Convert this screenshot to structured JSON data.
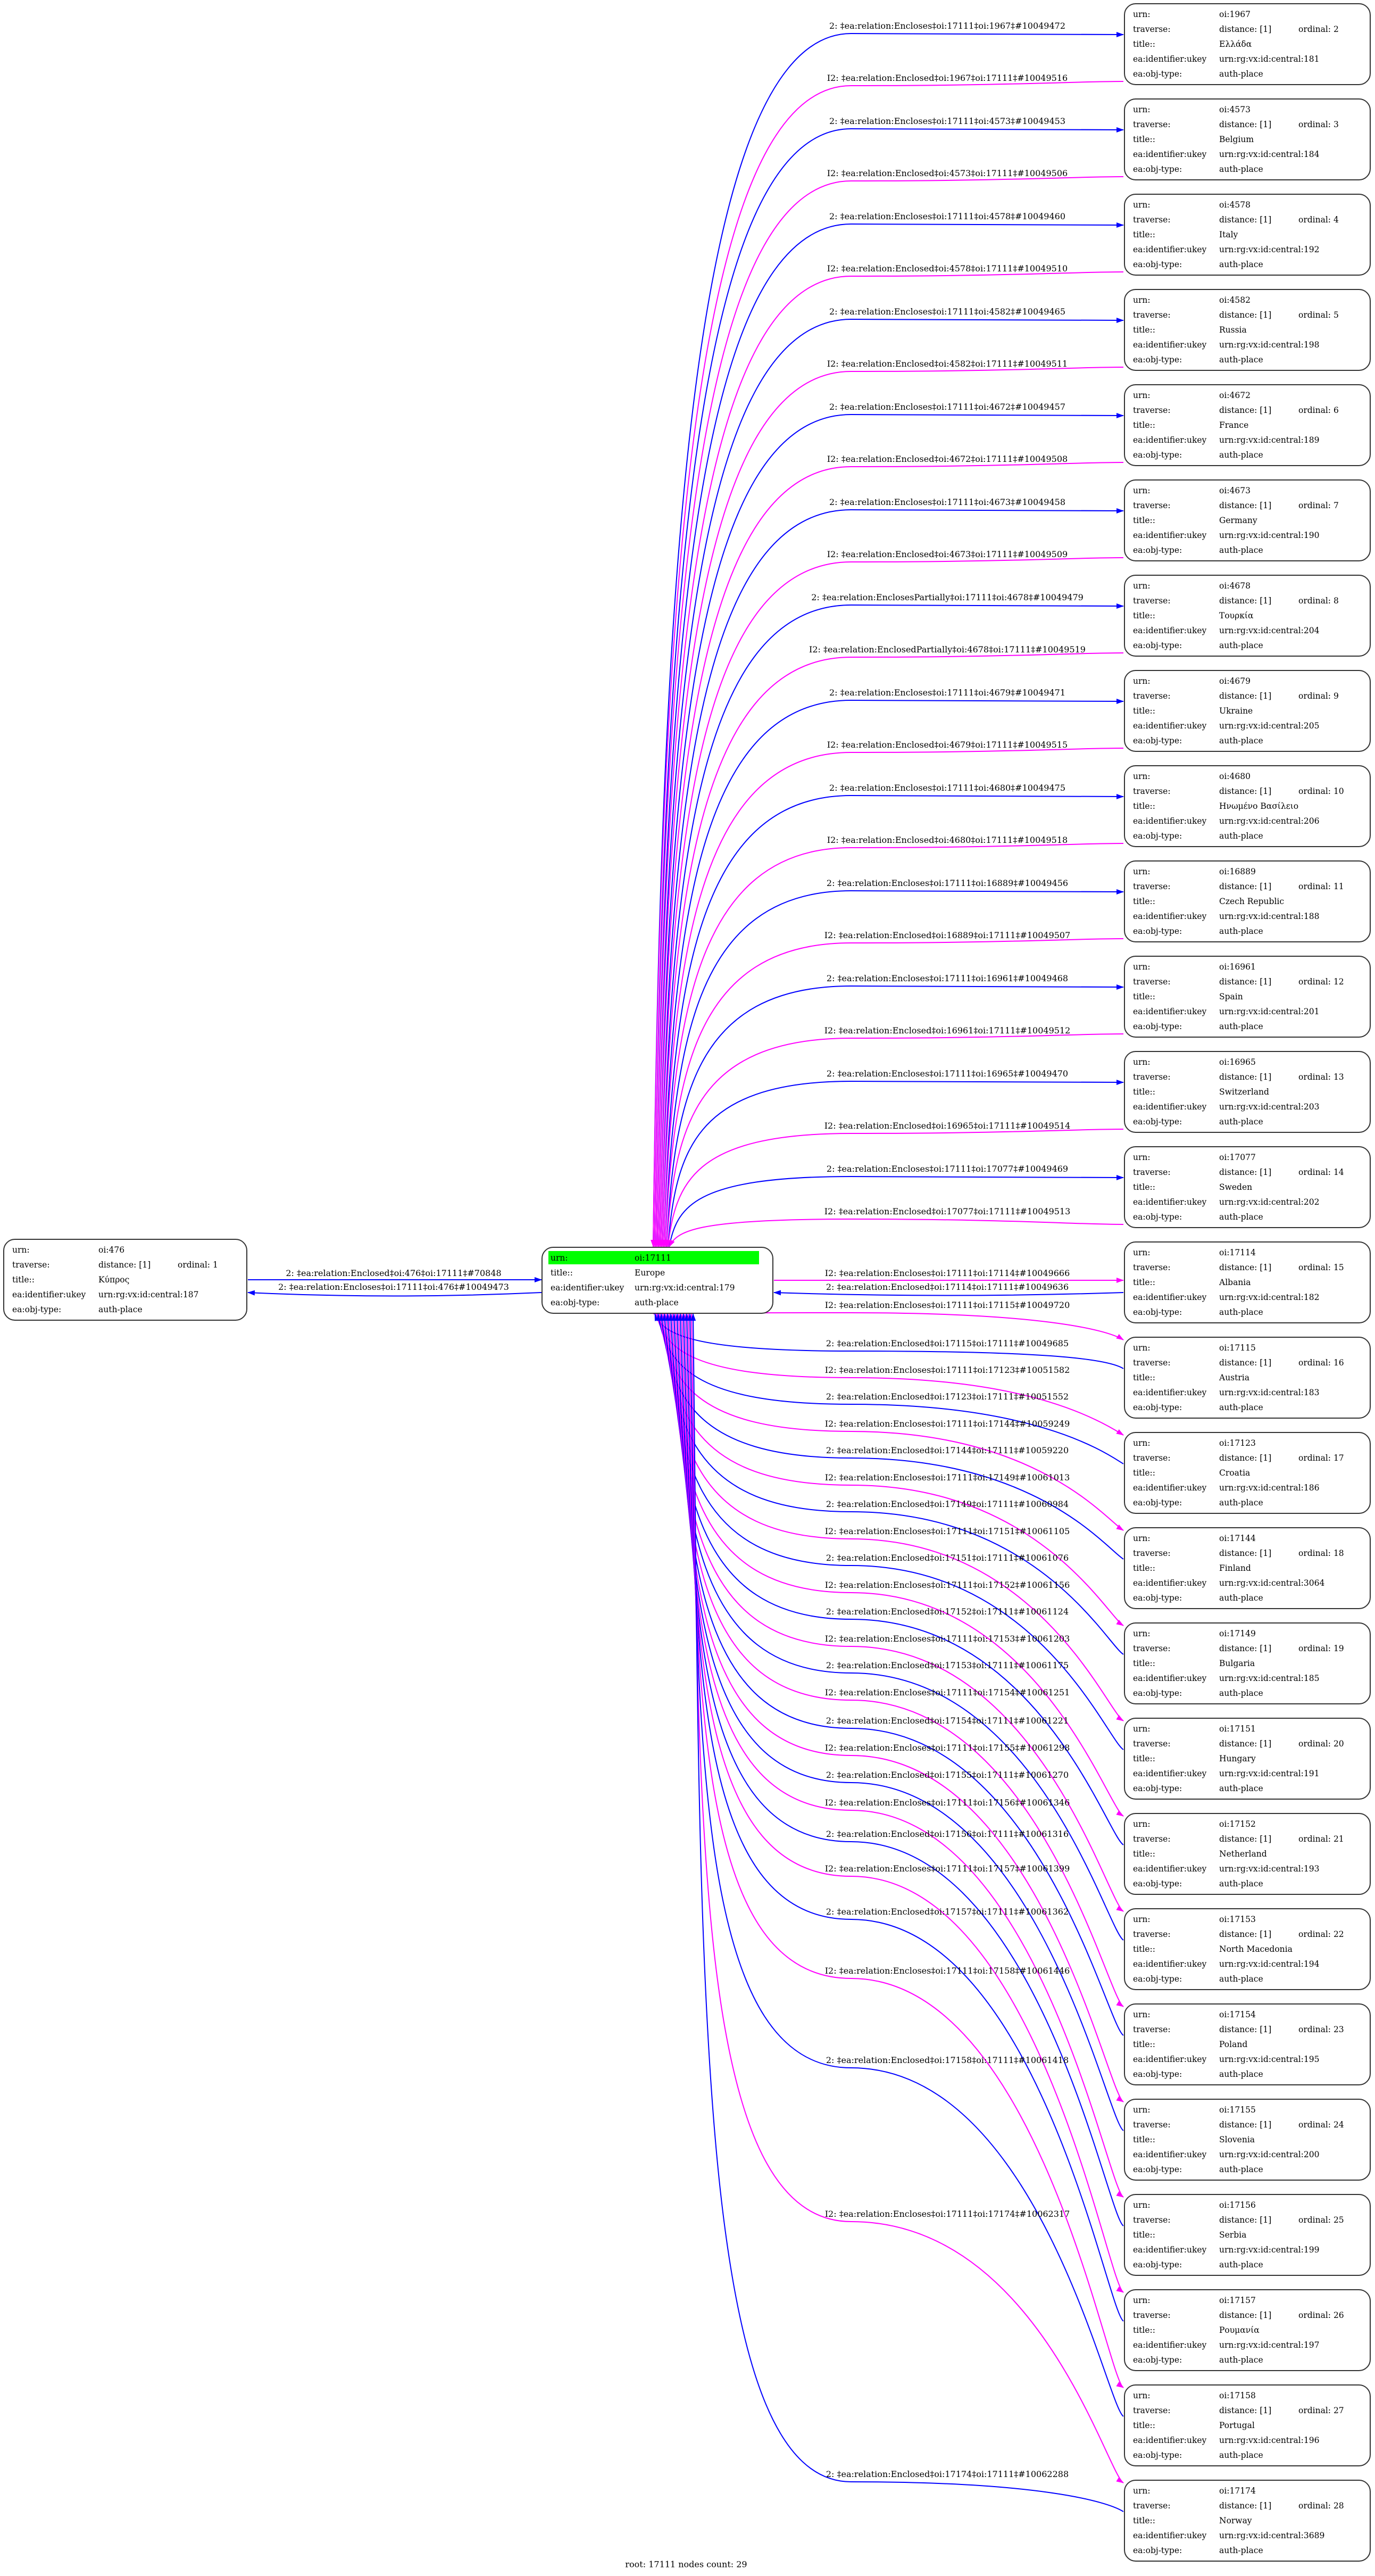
{
  "colors": {
    "forward": "#0000ff",
    "inverse": "#ff00ff",
    "root_highlight": "#00ff00",
    "border": "#333333"
  },
  "field_labels": {
    "urn": "urn:",
    "traverse": "traverse:",
    "title": "title::",
    "ukey": "ea:identifier:ukey",
    "obj_type": "ea:obj-type:"
  },
  "root": {
    "urn": "oi:17111",
    "title": "Europe",
    "ukey": "urn:rg:vx:id:central:179",
    "obj_type": "auth-place"
  },
  "left_node": {
    "urn": "oi:476",
    "distance": "distance: [1]",
    "ordinal": "ordinal: 1",
    "title": "Κύπρος",
    "ukey": "urn:rg:vx:id:central:187",
    "obj_type": "auth-place"
  },
  "left_edges": [
    {
      "label": "2: ‡ea:relation:Enclosed‡oi:476‡oi:17111‡#70848",
      "color": "forward",
      "direction": "to-root"
    },
    {
      "label": "2: ‡ea:relation:Encloses‡oi:17111‡oi:476‡#10049473",
      "color": "forward",
      "direction": "to-node"
    }
  ],
  "nodes": [
    {
      "urn": "oi:1967",
      "distance": "distance: [1]",
      "ordinal": "ordinal: 2",
      "title": "Ελλάδα",
      "ukey": "urn:rg:vx:id:central:181",
      "obj_type": "auth-place",
      "edges": [
        {
          "label": "2: ‡ea:relation:Encloses‡oi:17111‡oi:1967‡#10049472",
          "color": "forward",
          "direction": "to-node"
        },
        {
          "label": "I2: ‡ea:relation:Enclosed‡oi:1967‡oi:17111‡#10049516",
          "color": "inverse",
          "direction": "to-root"
        }
      ]
    },
    {
      "urn": "oi:4573",
      "distance": "distance: [1]",
      "ordinal": "ordinal: 3",
      "title": "Belgium",
      "ukey": "urn:rg:vx:id:central:184",
      "obj_type": "auth-place",
      "edges": [
        {
          "label": "2: ‡ea:relation:Encloses‡oi:17111‡oi:4573‡#10049453",
          "color": "forward",
          "direction": "to-node"
        },
        {
          "label": "I2: ‡ea:relation:Enclosed‡oi:4573‡oi:17111‡#10049506",
          "color": "inverse",
          "direction": "to-root"
        }
      ]
    },
    {
      "urn": "oi:4578",
      "distance": "distance: [1]",
      "ordinal": "ordinal: 4",
      "title": "Italy",
      "ukey": "urn:rg:vx:id:central:192",
      "obj_type": "auth-place",
      "edges": [
        {
          "label": "2: ‡ea:relation:Encloses‡oi:17111‡oi:4578‡#10049460",
          "color": "forward",
          "direction": "to-node"
        },
        {
          "label": "I2: ‡ea:relation:Enclosed‡oi:4578‡oi:17111‡#10049510",
          "color": "inverse",
          "direction": "to-root"
        }
      ]
    },
    {
      "urn": "oi:4582",
      "distance": "distance: [1]",
      "ordinal": "ordinal: 5",
      "title": "Russia",
      "ukey": "urn:rg:vx:id:central:198",
      "obj_type": "auth-place",
      "edges": [
        {
          "label": "2: ‡ea:relation:Encloses‡oi:17111‡oi:4582‡#10049465",
          "color": "forward",
          "direction": "to-node"
        },
        {
          "label": "I2: ‡ea:relation:Enclosed‡oi:4582‡oi:17111‡#10049511",
          "color": "inverse",
          "direction": "to-root"
        }
      ]
    },
    {
      "urn": "oi:4672",
      "distance": "distance: [1]",
      "ordinal": "ordinal: 6",
      "title": "France",
      "ukey": "urn:rg:vx:id:central:189",
      "obj_type": "auth-place",
      "edges": [
        {
          "label": "2: ‡ea:relation:Encloses‡oi:17111‡oi:4672‡#10049457",
          "color": "forward",
          "direction": "to-node"
        },
        {
          "label": "I2: ‡ea:relation:Enclosed‡oi:4672‡oi:17111‡#10049508",
          "color": "inverse",
          "direction": "to-root"
        }
      ]
    },
    {
      "urn": "oi:4673",
      "distance": "distance: [1]",
      "ordinal": "ordinal: 7",
      "title": "Germany",
      "ukey": "urn:rg:vx:id:central:190",
      "obj_type": "auth-place",
      "edges": [
        {
          "label": "2: ‡ea:relation:Encloses‡oi:17111‡oi:4673‡#10049458",
          "color": "forward",
          "direction": "to-node"
        },
        {
          "label": "I2: ‡ea:relation:Enclosed‡oi:4673‡oi:17111‡#10049509",
          "color": "inverse",
          "direction": "to-root"
        }
      ]
    },
    {
      "urn": "oi:4678",
      "distance": "distance: [1]",
      "ordinal": "ordinal: 8",
      "title": "Τουρκία",
      "ukey": "urn:rg:vx:id:central:204",
      "obj_type": "auth-place",
      "edges": [
        {
          "label": "2: ‡ea:relation:EnclosesPartially‡oi:17111‡oi:4678‡#10049479",
          "color": "forward",
          "direction": "to-node"
        },
        {
          "label": "I2: ‡ea:relation:EnclosedPartially‡oi:4678‡oi:17111‡#10049519",
          "color": "inverse",
          "direction": "to-root"
        }
      ]
    },
    {
      "urn": "oi:4679",
      "distance": "distance: [1]",
      "ordinal": "ordinal: 9",
      "title": "Ukraine",
      "ukey": "urn:rg:vx:id:central:205",
      "obj_type": "auth-place",
      "edges": [
        {
          "label": "2: ‡ea:relation:Encloses‡oi:17111‡oi:4679‡#10049471",
          "color": "forward",
          "direction": "to-node"
        },
        {
          "label": "I2: ‡ea:relation:Enclosed‡oi:4679‡oi:17111‡#10049515",
          "color": "inverse",
          "direction": "to-root"
        }
      ]
    },
    {
      "urn": "oi:4680",
      "distance": "distance: [1]",
      "ordinal": "ordinal: 10",
      "title": "Ηνωμένο Βασίλειο",
      "ukey": "urn:rg:vx:id:central:206",
      "obj_type": "auth-place",
      "edges": [
        {
          "label": "2: ‡ea:relation:Encloses‡oi:17111‡oi:4680‡#10049475",
          "color": "forward",
          "direction": "to-node"
        },
        {
          "label": "I2: ‡ea:relation:Enclosed‡oi:4680‡oi:17111‡#10049518",
          "color": "inverse",
          "direction": "to-root"
        }
      ]
    },
    {
      "urn": "oi:16889",
      "distance": "distance: [1]",
      "ordinal": "ordinal: 11",
      "title": "Czech Republic",
      "ukey": "urn:rg:vx:id:central:188",
      "obj_type": "auth-place",
      "edges": [
        {
          "label": "2: ‡ea:relation:Encloses‡oi:17111‡oi:16889‡#10049456",
          "color": "forward",
          "direction": "to-node"
        },
        {
          "label": "I2: ‡ea:relation:Enclosed‡oi:16889‡oi:17111‡#10049507",
          "color": "inverse",
          "direction": "to-root"
        }
      ]
    },
    {
      "urn": "oi:16961",
      "distance": "distance: [1]",
      "ordinal": "ordinal: 12",
      "title": "Spain",
      "ukey": "urn:rg:vx:id:central:201",
      "obj_type": "auth-place",
      "edges": [
        {
          "label": "2: ‡ea:relation:Encloses‡oi:17111‡oi:16961‡#10049468",
          "color": "forward",
          "direction": "to-node"
        },
        {
          "label": "I2: ‡ea:relation:Enclosed‡oi:16961‡oi:17111‡#10049512",
          "color": "inverse",
          "direction": "to-root"
        }
      ]
    },
    {
      "urn": "oi:16965",
      "distance": "distance: [1]",
      "ordinal": "ordinal: 13",
      "title": "Switzerland",
      "ukey": "urn:rg:vx:id:central:203",
      "obj_type": "auth-place",
      "edges": [
        {
          "label": "2: ‡ea:relation:Encloses‡oi:17111‡oi:16965‡#10049470",
          "color": "forward",
          "direction": "to-node"
        },
        {
          "label": "I2: ‡ea:relation:Enclosed‡oi:16965‡oi:17111‡#10049514",
          "color": "inverse",
          "direction": "to-root"
        }
      ]
    },
    {
      "urn": "oi:17077",
      "distance": "distance: [1]",
      "ordinal": "ordinal: 14",
      "title": "Sweden",
      "ukey": "urn:rg:vx:id:central:202",
      "obj_type": "auth-place",
      "edges": [
        {
          "label": "2: ‡ea:relation:Encloses‡oi:17111‡oi:17077‡#10049469",
          "color": "forward",
          "direction": "to-node"
        },
        {
          "label": "I2: ‡ea:relation:Enclosed‡oi:17077‡oi:17111‡#10049513",
          "color": "inverse",
          "direction": "to-root"
        }
      ]
    },
    {
      "urn": "oi:17114",
      "distance": "distance: [1]",
      "ordinal": "ordinal: 15",
      "title": "Albania",
      "ukey": "urn:rg:vx:id:central:182",
      "obj_type": "auth-place",
      "edges": [
        {
          "label": "I2: ‡ea:relation:Encloses‡oi:17111‡oi:17114‡#10049666",
          "color": "inverse",
          "direction": "to-node"
        },
        {
          "label": "2: ‡ea:relation:Enclosed‡oi:17114‡oi:17111‡#10049636",
          "color": "forward",
          "direction": "to-root"
        }
      ]
    },
    {
      "urn": "oi:17115",
      "distance": "distance: [1]",
      "ordinal": "ordinal: 16",
      "title": "Austria",
      "ukey": "urn:rg:vx:id:central:183",
      "obj_type": "auth-place",
      "edges": [
        {
          "label": "I2: ‡ea:relation:Encloses‡oi:17111‡oi:17115‡#10049720",
          "color": "inverse",
          "direction": "to-node"
        },
        {
          "label": "2: ‡ea:relation:Enclosed‡oi:17115‡oi:17111‡#10049685",
          "color": "forward",
          "direction": "to-root"
        }
      ]
    },
    {
      "urn": "oi:17123",
      "distance": "distance: [1]",
      "ordinal": "ordinal: 17",
      "title": "Croatia",
      "ukey": "urn:rg:vx:id:central:186",
      "obj_type": "auth-place",
      "edges": [
        {
          "label": "I2: ‡ea:relation:Encloses‡oi:17111‡oi:17123‡#10051582",
          "color": "inverse",
          "direction": "to-node"
        },
        {
          "label": "2: ‡ea:relation:Enclosed‡oi:17123‡oi:17111‡#10051552",
          "color": "forward",
          "direction": "to-root"
        }
      ]
    },
    {
      "urn": "oi:17144",
      "distance": "distance: [1]",
      "ordinal": "ordinal: 18",
      "title": "Finland",
      "ukey": "urn:rg:vx:id:central:3064",
      "obj_type": "auth-place",
      "edges": [
        {
          "label": "I2: ‡ea:relation:Encloses‡oi:17111‡oi:17144‡#10059249",
          "color": "inverse",
          "direction": "to-node"
        },
        {
          "label": "2: ‡ea:relation:Enclosed‡oi:17144‡oi:17111‡#10059220",
          "color": "forward",
          "direction": "to-root"
        }
      ]
    },
    {
      "urn": "oi:17149",
      "distance": "distance: [1]",
      "ordinal": "ordinal: 19",
      "title": "Bulgaria",
      "ukey": "urn:rg:vx:id:central:185",
      "obj_type": "auth-place",
      "edges": [
        {
          "label": "I2: ‡ea:relation:Encloses‡oi:17111‡oi:17149‡#10061013",
          "color": "inverse",
          "direction": "to-node"
        },
        {
          "label": "2: ‡ea:relation:Enclosed‡oi:17149‡oi:17111‡#10060984",
          "color": "forward",
          "direction": "to-root"
        }
      ]
    },
    {
      "urn": "oi:17151",
      "distance": "distance: [1]",
      "ordinal": "ordinal: 20",
      "title": "Hungary",
      "ukey": "urn:rg:vx:id:central:191",
      "obj_type": "auth-place",
      "edges": [
        {
          "label": "I2: ‡ea:relation:Encloses‡oi:17111‡oi:17151‡#10061105",
          "color": "inverse",
          "direction": "to-node"
        },
        {
          "label": "2: ‡ea:relation:Enclosed‡oi:17151‡oi:17111‡#10061076",
          "color": "forward",
          "direction": "to-root"
        }
      ]
    },
    {
      "urn": "oi:17152",
      "distance": "distance: [1]",
      "ordinal": "ordinal: 21",
      "title": "Netherland",
      "ukey": "urn:rg:vx:id:central:193",
      "obj_type": "auth-place",
      "edges": [
        {
          "label": "I2: ‡ea:relation:Encloses‡oi:17111‡oi:17152‡#10061156",
          "color": "inverse",
          "direction": "to-node"
        },
        {
          "label": "2: ‡ea:relation:Enclosed‡oi:17152‡oi:17111‡#10061124",
          "color": "forward",
          "direction": "to-root"
        }
      ]
    },
    {
      "urn": "oi:17153",
      "distance": "distance: [1]",
      "ordinal": "ordinal: 22",
      "title": "North Macedonia",
      "ukey": "urn:rg:vx:id:central:194",
      "obj_type": "auth-place",
      "edges": [
        {
          "label": "I2: ‡ea:relation:Encloses‡oi:17111‡oi:17153‡#10061203",
          "color": "inverse",
          "direction": "to-node"
        },
        {
          "label": "2: ‡ea:relation:Enclosed‡oi:17153‡oi:17111‡#10061175",
          "color": "forward",
          "direction": "to-root"
        }
      ]
    },
    {
      "urn": "oi:17154",
      "distance": "distance: [1]",
      "ordinal": "ordinal: 23",
      "title": "Poland",
      "ukey": "urn:rg:vx:id:central:195",
      "obj_type": "auth-place",
      "edges": [
        {
          "label": "I2: ‡ea:relation:Encloses‡oi:17111‡oi:17154‡#10061251",
          "color": "inverse",
          "direction": "to-node"
        },
        {
          "label": "2: ‡ea:relation:Enclosed‡oi:17154‡oi:17111‡#10061221",
          "color": "forward",
          "direction": "to-root"
        }
      ]
    },
    {
      "urn": "oi:17155",
      "distance": "distance: [1]",
      "ordinal": "ordinal: 24",
      "title": "Slovenia",
      "ukey": "urn:rg:vx:id:central:200",
      "obj_type": "auth-place",
      "edges": [
        {
          "label": "I2: ‡ea:relation:Encloses‡oi:17111‡oi:17155‡#10061298",
          "color": "inverse",
          "direction": "to-node"
        },
        {
          "label": "2: ‡ea:relation:Enclosed‡oi:17155‡oi:17111‡#10061270",
          "color": "forward",
          "direction": "to-root"
        }
      ]
    },
    {
      "urn": "oi:17156",
      "distance": "distance: [1]",
      "ordinal": "ordinal: 25",
      "title": "Serbia",
      "ukey": "urn:rg:vx:id:central:199",
      "obj_type": "auth-place",
      "edges": [
        {
          "label": "I2: ‡ea:relation:Encloses‡oi:17111‡oi:17156‡#10061346",
          "color": "inverse",
          "direction": "to-node"
        },
        {
          "label": "2: ‡ea:relation:Enclosed‡oi:17156‡oi:17111‡#10061316",
          "color": "forward",
          "direction": "to-root"
        }
      ]
    },
    {
      "urn": "oi:17157",
      "distance": "distance: [1]",
      "ordinal": "ordinal: 26",
      "title": "Ρουμανία",
      "ukey": "urn:rg:vx:id:central:197",
      "obj_type": "auth-place",
      "edges": [
        {
          "label": "I2: ‡ea:relation:Encloses‡oi:17111‡oi:17157‡#10061399",
          "color": "inverse",
          "direction": "to-node"
        },
        {
          "label": "2: ‡ea:relation:Enclosed‡oi:17157‡oi:17111‡#10061362",
          "color": "forward",
          "direction": "to-root"
        }
      ]
    },
    {
      "urn": "oi:17158",
      "distance": "distance: [1]",
      "ordinal": "ordinal: 27",
      "title": "Portugal",
      "ukey": "urn:rg:vx:id:central:196",
      "obj_type": "auth-place",
      "edges": [
        {
          "label": "I2: ‡ea:relation:Encloses‡oi:17111‡oi:17158‡#10061446",
          "color": "inverse",
          "direction": "to-node"
        },
        {
          "label": "2: ‡ea:relation:Enclosed‡oi:17158‡oi:17111‡#10061418",
          "color": "forward",
          "direction": "to-root"
        }
      ]
    },
    {
      "urn": "oi:17174",
      "distance": "distance: [1]",
      "ordinal": "ordinal: 28",
      "title": "Norway",
      "ukey": "urn:rg:vx:id:central:3689",
      "obj_type": "auth-place",
      "edges": [
        {
          "label": "I2: ‡ea:relation:Encloses‡oi:17111‡oi:17174‡#10062317",
          "color": "inverse",
          "direction": "to-node"
        },
        {
          "label": "2: ‡ea:relation:Enclosed‡oi:17174‡oi:17111‡#10062288",
          "color": "forward",
          "direction": "to-root"
        }
      ]
    }
  ],
  "footer": "root: 17111 nodes count: 29"
}
